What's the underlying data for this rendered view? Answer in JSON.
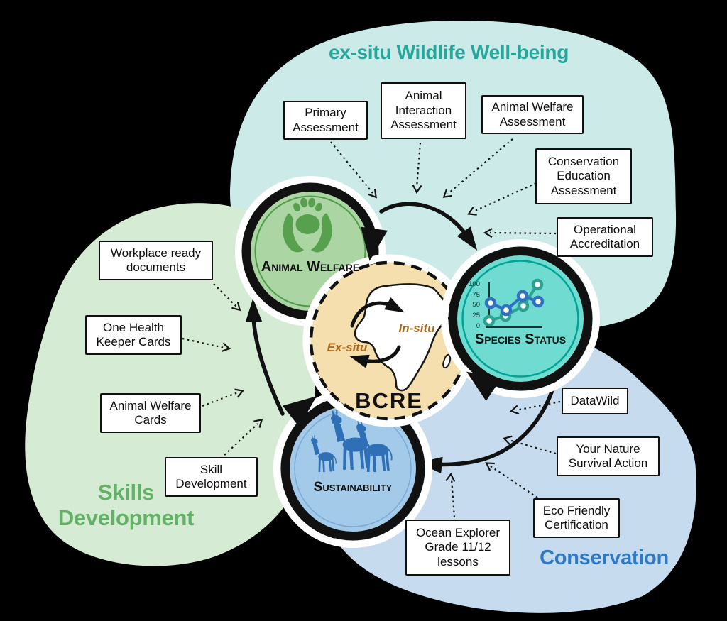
{
  "canvas": {
    "background": "#000000"
  },
  "center": {
    "acronym": "BCRE",
    "ex_situ": "Ex-situ",
    "in_situ": "In-situ",
    "fill": "#F6DFAE",
    "label_color": "#AD6B1A",
    "map_icon": "africa-map"
  },
  "circles": {
    "animal_welfare": {
      "label": "Animal Welfare",
      "fill": "#ABD5A2",
      "icon": "paw-in-hands-icon"
    },
    "species_status": {
      "label": "Species Status",
      "fill": "#70DCD1",
      "icon": "population-trend-chart-icon",
      "chart_ticks": [
        "100",
        "75",
        "50",
        "25",
        "0"
      ]
    },
    "sustainability": {
      "label": "Sustainability",
      "fill": "#A3CBE9",
      "icon": "giraffes-icon"
    }
  },
  "sections": {
    "wellbeing": {
      "title": "ex-situ Wildlife Well-being",
      "color": "#27A69B",
      "blob_color": "#CBEAE8",
      "items": [
        "Primary Assessment",
        "Animal Interaction Assessment",
        "Animal Welfare Assessment",
        "Conservation Education Assessment",
        "Operational Accreditation"
      ]
    },
    "skills": {
      "title": "Skills Development",
      "color": "#63B067",
      "blob_color": "#D6EBD3",
      "items": [
        "Workplace ready documents",
        "One Health Keeper Cards",
        "Animal Welfare Cards",
        "Skill Development"
      ]
    },
    "conservation": {
      "title": "Conservation",
      "color": "#2E7AC5",
      "blob_color": "#C6DCEE",
      "items": [
        "DataWild",
        "Your Nature Survival Action",
        "Eco Friendly Certification",
        "Ocean Explorer Grade 11/12 lessons"
      ]
    }
  }
}
